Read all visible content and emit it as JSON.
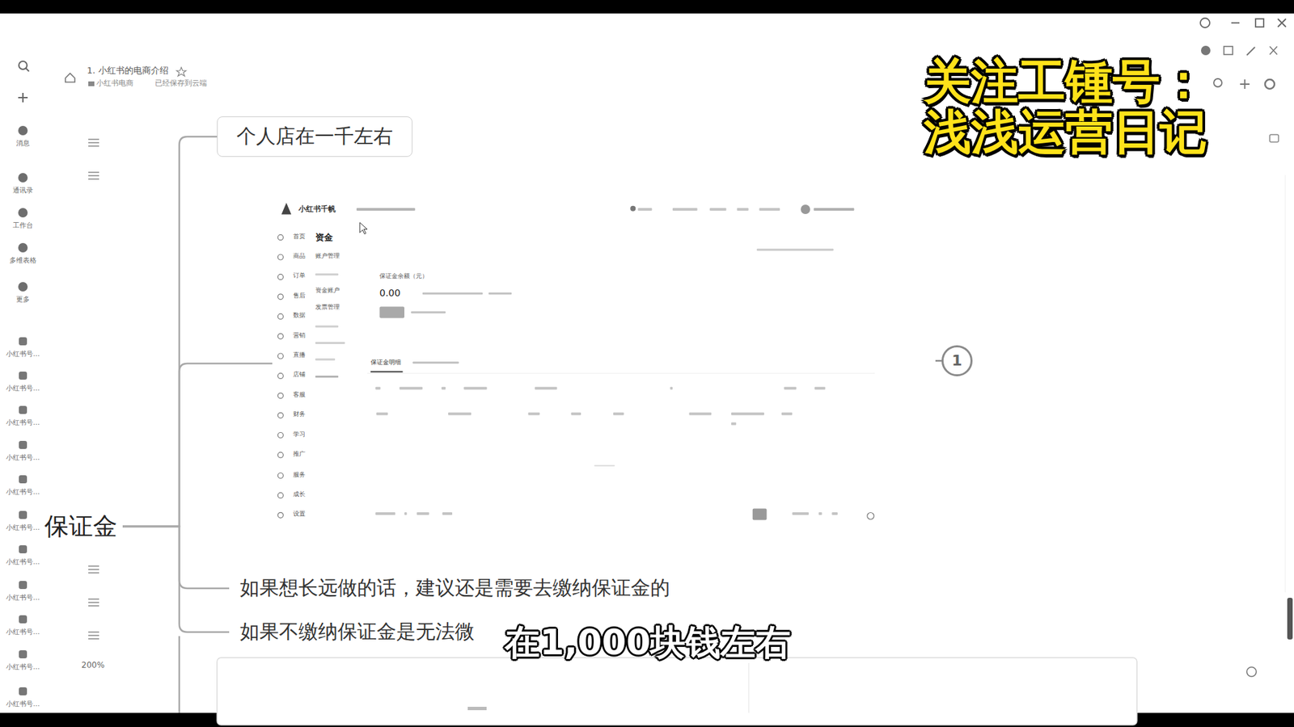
{
  "diagram": {
    "nodes": [
      {
        "text": [
          "保证金"
        ]
      },
      {
        "text": [
          "个人店在一千左右"
        ]
      },
      {
        "text": [
          "小红书千帆",
          "资金",
          "保证金余额（元）",
          "0.00",
          "保证金明细"
        ]
      },
      {
        "text": [
          "如果想长远做的话，建议还是需要去缴纳保证金的"
        ]
      },
      {
        "text": [
          "如果不缴纳保证金是无法微"
        ]
      }
    ],
    "edges": [
      {
        "from": 0,
        "to": 1,
        "arrow": "none"
      },
      {
        "from": 0,
        "to": 2,
        "arrow": "none"
      },
      {
        "from": 0,
        "to": 3,
        "arrow": "none"
      },
      {
        "from": 0,
        "to": 4,
        "arrow": "none"
      }
    ],
    "labels": [
      "关注工锺号：",
      "浅浅运营日记",
      "在1,000块钱左右",
      "1",
      "1. 小红书的电商介绍",
      "小红书电商",
      "已经保存到云端",
      "200%",
      "消息",
      "通讯录",
      "工作台",
      "多维表格",
      "更多",
      "小红书号…",
      "小红书号…",
      "小红书号…",
      "小红书号…",
      "小红书号…",
      "小红书号…",
      "小红书号…",
      "小红书号…",
      "小红书号…",
      "小红书号…",
      "小红书号…",
      "首页",
      "商品",
      "订单",
      "售后",
      "数据",
      "营销",
      "直播",
      "店铺",
      "客服",
      "财务",
      "学习",
      "推广",
      "服务",
      "成长",
      "设置",
      "账户管理",
      "资金账户",
      "发票管理"
    ]
  }
}
